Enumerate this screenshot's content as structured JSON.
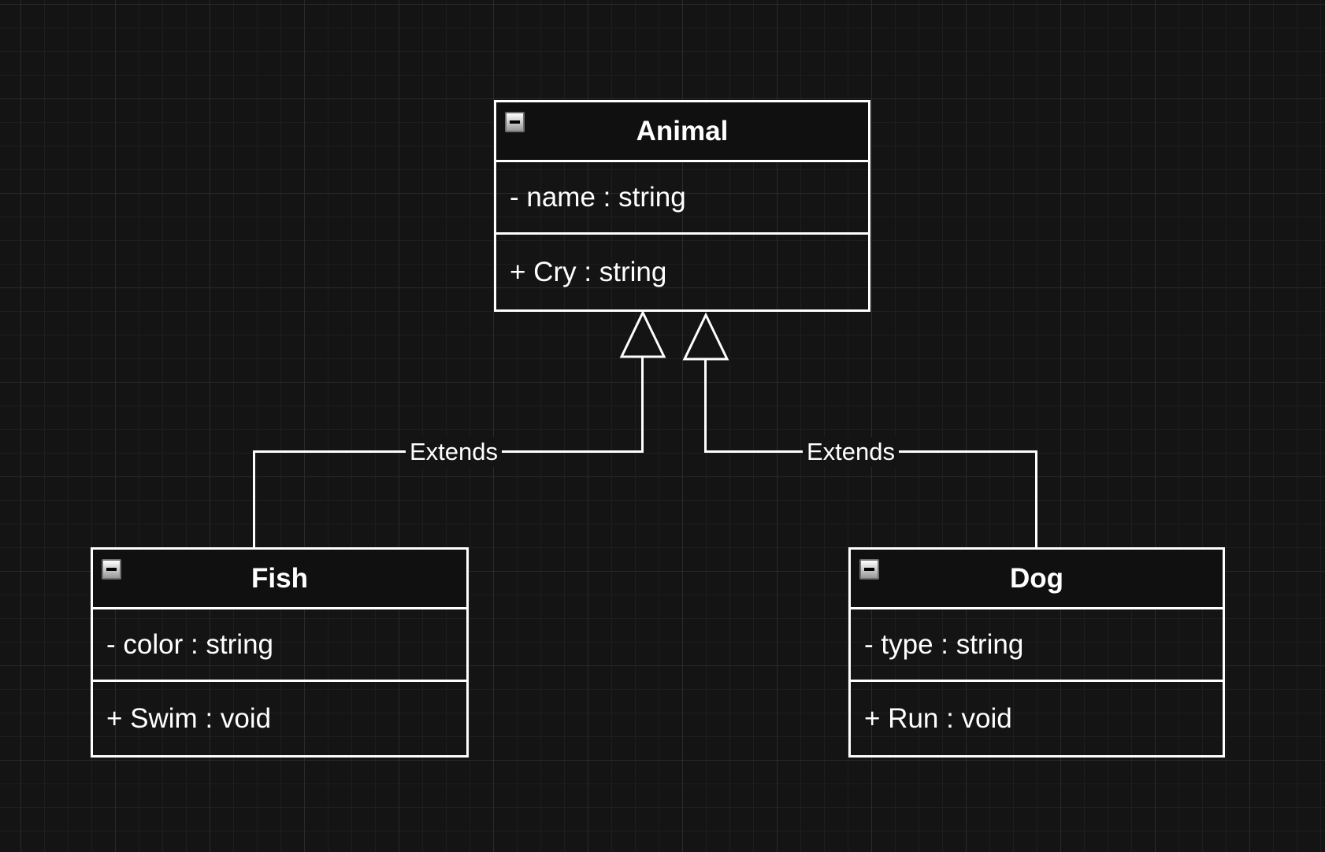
{
  "colors": {
    "canvas_background": "#141414",
    "grid_minor": "#1e1e1e",
    "grid_major": "#2a2a2a",
    "shape_stroke": "#ffffff",
    "text": "#ffffff",
    "title_fill": "#101010",
    "collapse_button_face": "#c8c8c8",
    "collapse_glyph": "#000000"
  },
  "icons": {
    "collapse": "minus-icon"
  },
  "classes": [
    {
      "title": "Animal",
      "attributes": [
        "- name : string"
      ],
      "methods": [
        "+ Cry : string"
      ]
    },
    {
      "title": "Fish",
      "attributes": [
        "- color : string"
      ],
      "methods": [
        "+ Swim : void"
      ]
    },
    {
      "title": "Dog",
      "attributes": [
        "- type : string"
      ],
      "methods": [
        "+ Run : void"
      ]
    }
  ],
  "connectors": [
    {
      "label": "Extends",
      "from": "Fish",
      "to": "Animal",
      "type": "inheritance"
    },
    {
      "label": "Extends",
      "from": "Dog",
      "to": "Animal",
      "type": "inheritance"
    }
  ]
}
